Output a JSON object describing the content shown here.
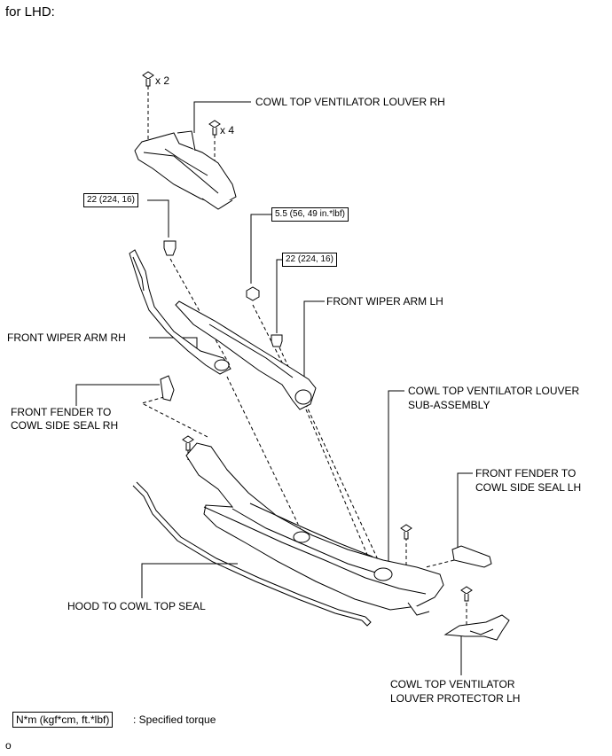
{
  "header": {
    "title": "for LHD:"
  },
  "callouts": {
    "qty_bolts": "x 2",
    "qty_clips": "x 4"
  },
  "torque": {
    "t1": "22 (224, 16)",
    "t2": "5.5 (56, 49 in.*lbf)",
    "t3": "22 (224, 16)"
  },
  "labels": {
    "cowl_louver_rh": "COWL TOP VENTILATOR LOUVER RH",
    "wiper_arm_lh": "FRONT WIPER ARM LH",
    "wiper_arm_rh": "FRONT WIPER ARM RH",
    "fender_seal_rh_1": "FRONT FENDER TO",
    "fender_seal_rh_2": "COWL SIDE SEAL RH",
    "louver_sub_1": "COWL TOP VENTILATOR LOUVER",
    "louver_sub_2": "SUB-ASSEMBLY",
    "fender_seal_lh_1": "FRONT FENDER TO",
    "fender_seal_lh_2": "COWL SIDE SEAL LH",
    "hood_seal": "HOOD TO COWL TOP SEAL",
    "protector_lh_1": "COWL TOP VENTILATOR",
    "protector_lh_2": "LOUVER PROTECTOR LH"
  },
  "legend": {
    "unit": "N*m (kgf*cm, ft.*lbf)",
    "text": ": Specified torque"
  },
  "footer": {
    "code": "o"
  }
}
